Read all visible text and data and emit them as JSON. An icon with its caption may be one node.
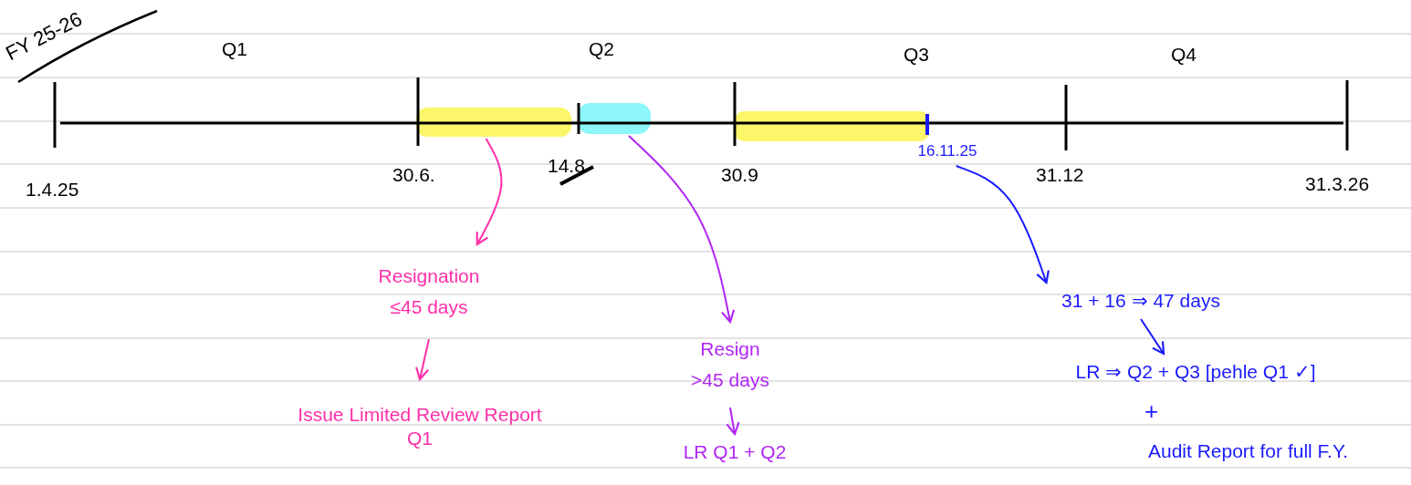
{
  "diagram": {
    "nodes": [
      {
        "text": [],
        "shape": "bar"
      },
      {
        "text": [],
        "shape": "bar"
      },
      {
        "text": [],
        "shape": "bar"
      },
      {
        "text": [
          "16.11.25"
        ]
      },
      {
        "text": [
          "Resignation",
          "≤45 days"
        ]
      },
      {
        "text": [
          "Issue Limited Review Report Q1"
        ]
      },
      {
        "text": [
          "Resign",
          ">45 days"
        ]
      },
      {
        "text": [
          "LR Q1 + Q2"
        ]
      },
      {
        "text": [
          "31 + 16 ⇒ 47 days"
        ]
      },
      {
        "text": [
          "LR ⇒ Q2 + Q3 [pehle Q1 ✓]"
        ]
      },
      {
        "text": [
          "Audit Report for full F.Y."
        ]
      }
    ],
    "edges": [
      {
        "from": 0,
        "to": 4,
        "arrow": "to",
        "color": "#ff2fa8"
      },
      {
        "from": 4,
        "to": 5,
        "arrow": "to",
        "color": "#ff2fa8"
      },
      {
        "from": 1,
        "to": 6,
        "arrow": "to",
        "color": "#b026f5"
      },
      {
        "from": 6,
        "to": 7,
        "arrow": "to",
        "color": "#b026f5"
      },
      {
        "from": 3,
        "to": 8,
        "arrow": "to",
        "color": "#1a1aff"
      },
      {
        "from": 8,
        "to": 9,
        "arrow": "to",
        "color": "#1a1aff"
      }
    ],
    "labels": [
      "FY 25-26",
      "Q1",
      "Q2",
      "Q3",
      "Q4",
      "1.4.25",
      "30.6.",
      "14.8",
      "30.9",
      "31.12",
      "31.3.26",
      "+"
    ]
  }
}
